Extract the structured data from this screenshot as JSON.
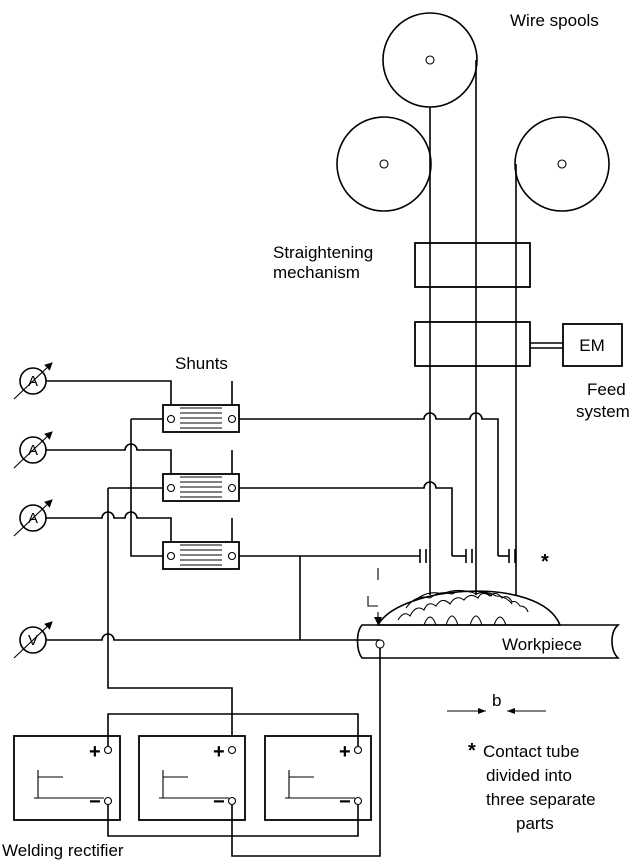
{
  "labels": {
    "wire_spools": "Wire spools",
    "straightening_1": "Straightening",
    "straightening_2": "mechanism",
    "em": "EM",
    "feed_1": "Feed",
    "feed_2": "system",
    "shunts": "Shunts",
    "asterisk": "*",
    "workpiece": "Workpiece",
    "b": "b",
    "welding_rectifier": "Welding rectifier",
    "note_star": "*",
    "note_1": "Contact tube",
    "note_2": "divided into",
    "note_3": "three separate",
    "note_4": "parts"
  },
  "meters": [
    {
      "letter": "A"
    },
    {
      "letter": "A"
    },
    {
      "letter": "A"
    },
    {
      "letter": "V"
    }
  ],
  "rectifier_terminals": {
    "plus": "+",
    "minus": "−"
  }
}
